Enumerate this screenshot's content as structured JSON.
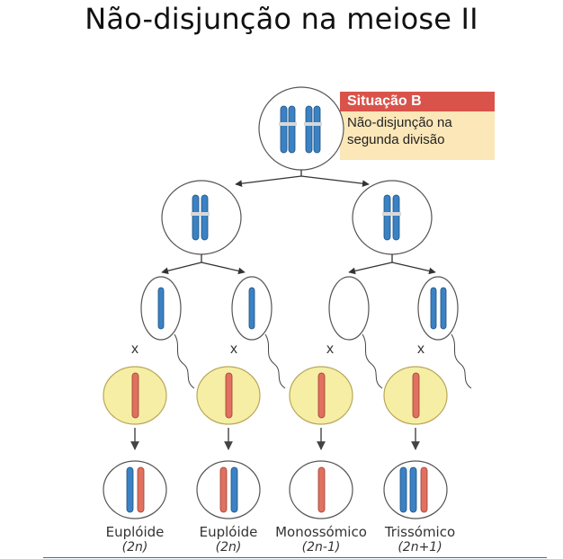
{
  "title": "Não-disjunção na meiose II",
  "situation": {
    "header": "Situação B",
    "line1": "Não-disjunção na",
    "line2": "segunda divisão"
  },
  "cross_symbol": "x",
  "results": [
    {
      "name": "Euplóide",
      "ploidy": "(2n)"
    },
    {
      "name": "Euplóide",
      "ploidy": "(2n)"
    },
    {
      "name": "Monossómico",
      "ploidy": "(2n-1)"
    },
    {
      "name": "Trissómico",
      "ploidy": "(2n+1)"
    }
  ],
  "colors": {
    "blue": "#3b82c4",
    "red": "#e0705f",
    "egg": "#f7eea5",
    "header": "#d9534a",
    "box": "#fbe7b8"
  }
}
